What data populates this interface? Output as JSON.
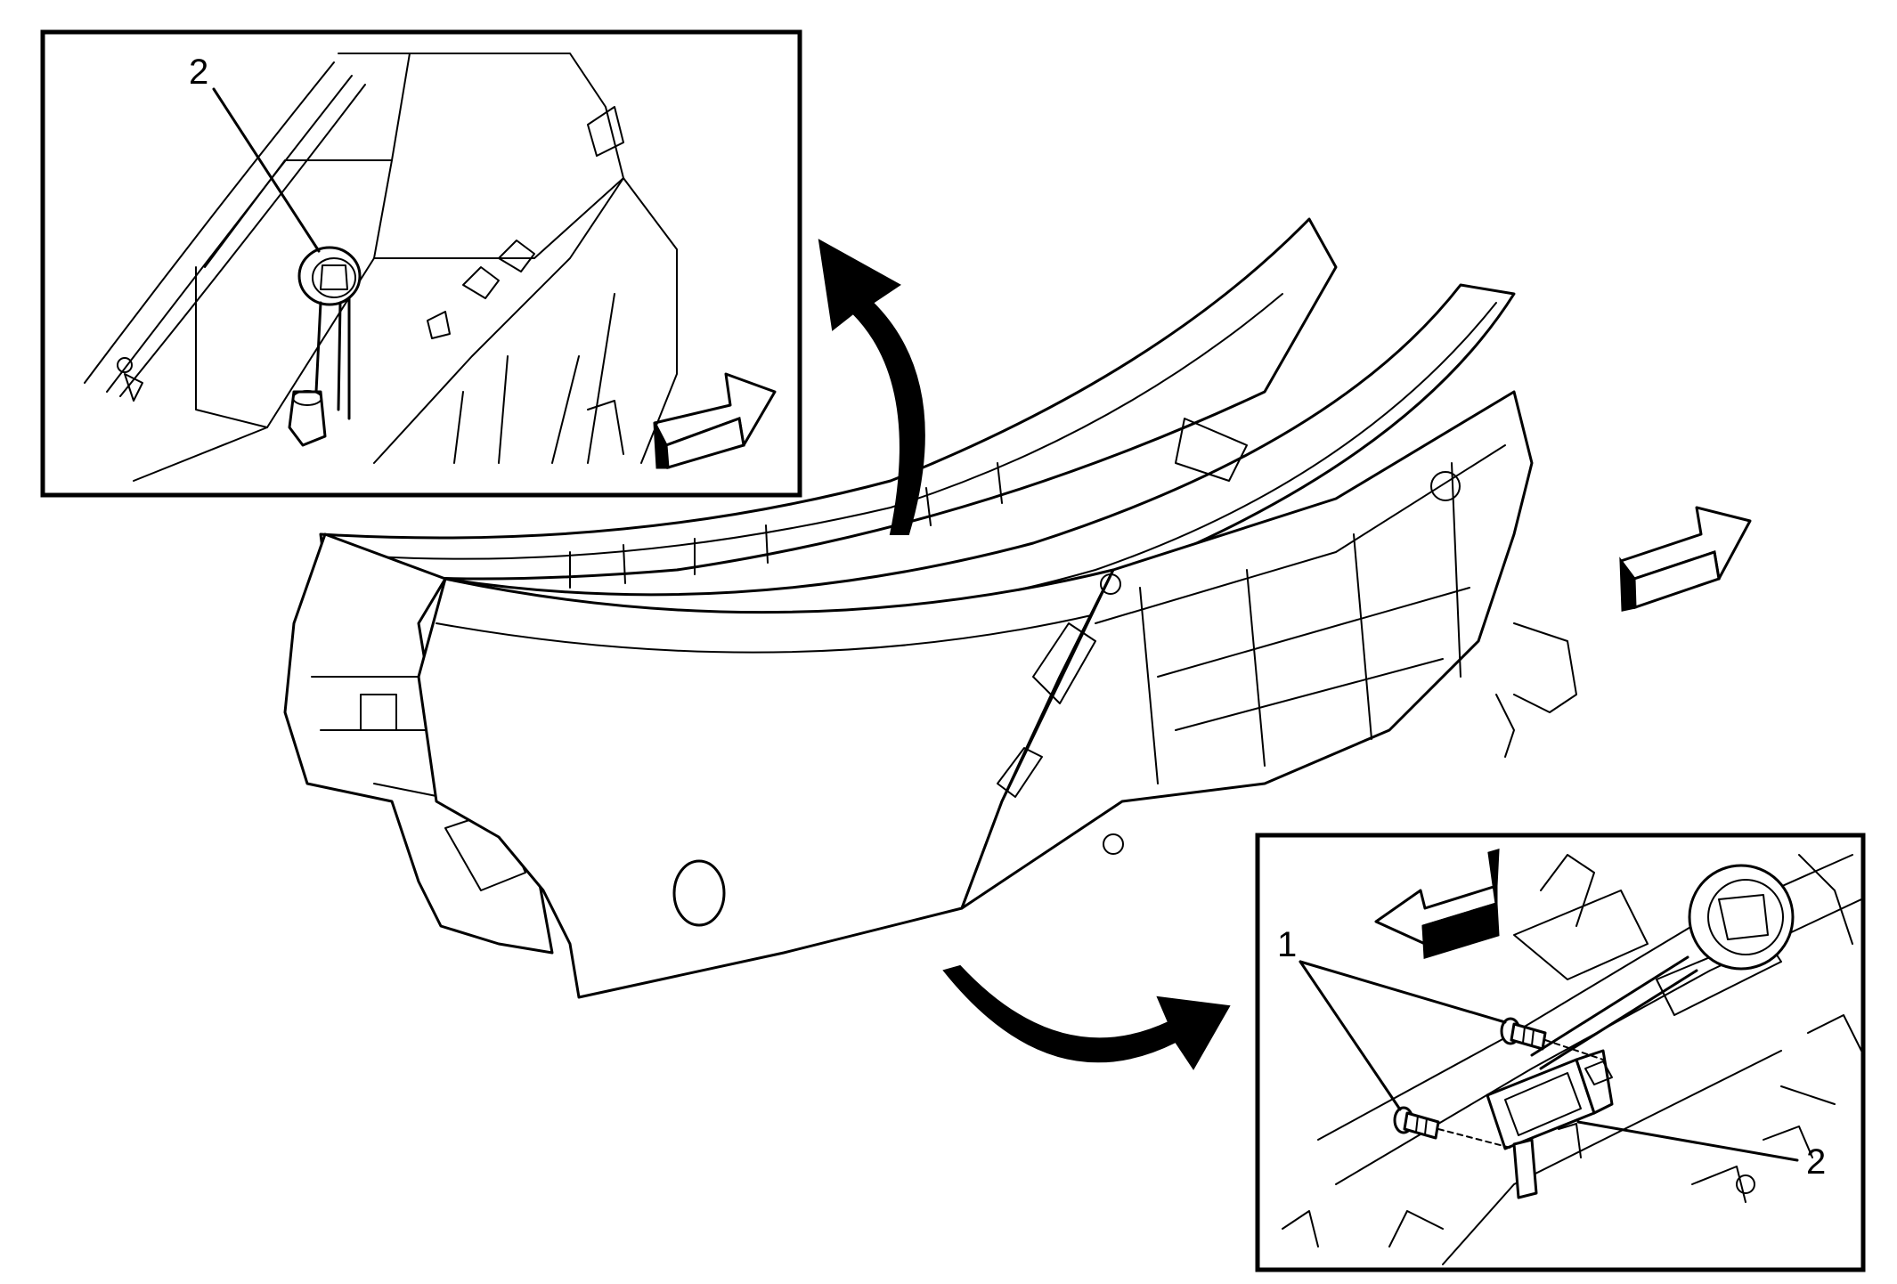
{
  "figure": {
    "colors": {
      "line": "#000000",
      "background": "#ffffff",
      "arrow_fill": "#000000"
    },
    "inset_top_left": {
      "callouts": [
        "2"
      ]
    },
    "inset_bottom_right": {
      "callouts": [
        "1",
        "2"
      ]
    },
    "arrows": {
      "curved": [
        "curved-arrow-up",
        "curved-arrow-down-right"
      ],
      "direction": [
        "direction-arrow-right",
        "direction-arrow-right",
        "direction-arrow-left"
      ]
    }
  }
}
